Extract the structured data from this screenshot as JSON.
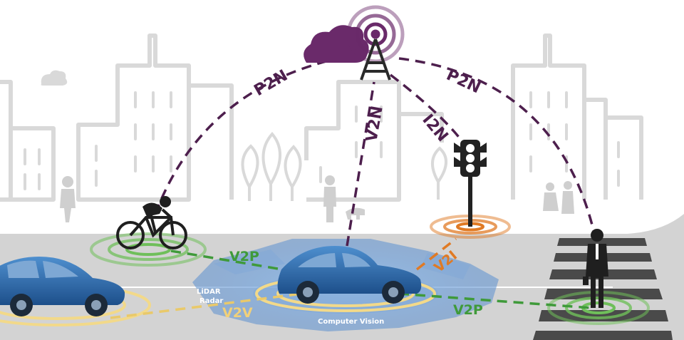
{
  "labels": {
    "p2n_left": "P2N",
    "p2n_right": "P2N",
    "v2n": "V2N",
    "i2n": "I2N",
    "v2p_top": "V2P",
    "v2i": "V2I",
    "v2v": "V2V",
    "v2p_bottom": "V2P",
    "lidar": "LiDAR",
    "radar": "Radar",
    "computer_vision": "Computer Vision"
  },
  "colors": {
    "network_purple": "#4d1f4d",
    "vehicle_blue": "#2f6fad",
    "pedestrian_green": "#3f9a3a",
    "infrastructure_orange": "#e07a24",
    "v2v_yellow": "#f2d98a",
    "sensor_blue": "#4f86c9",
    "city_gray": "#d9d9d9",
    "road_gray": "#d3d3d3",
    "crosswalk_dark": "#4a4a4a"
  }
}
